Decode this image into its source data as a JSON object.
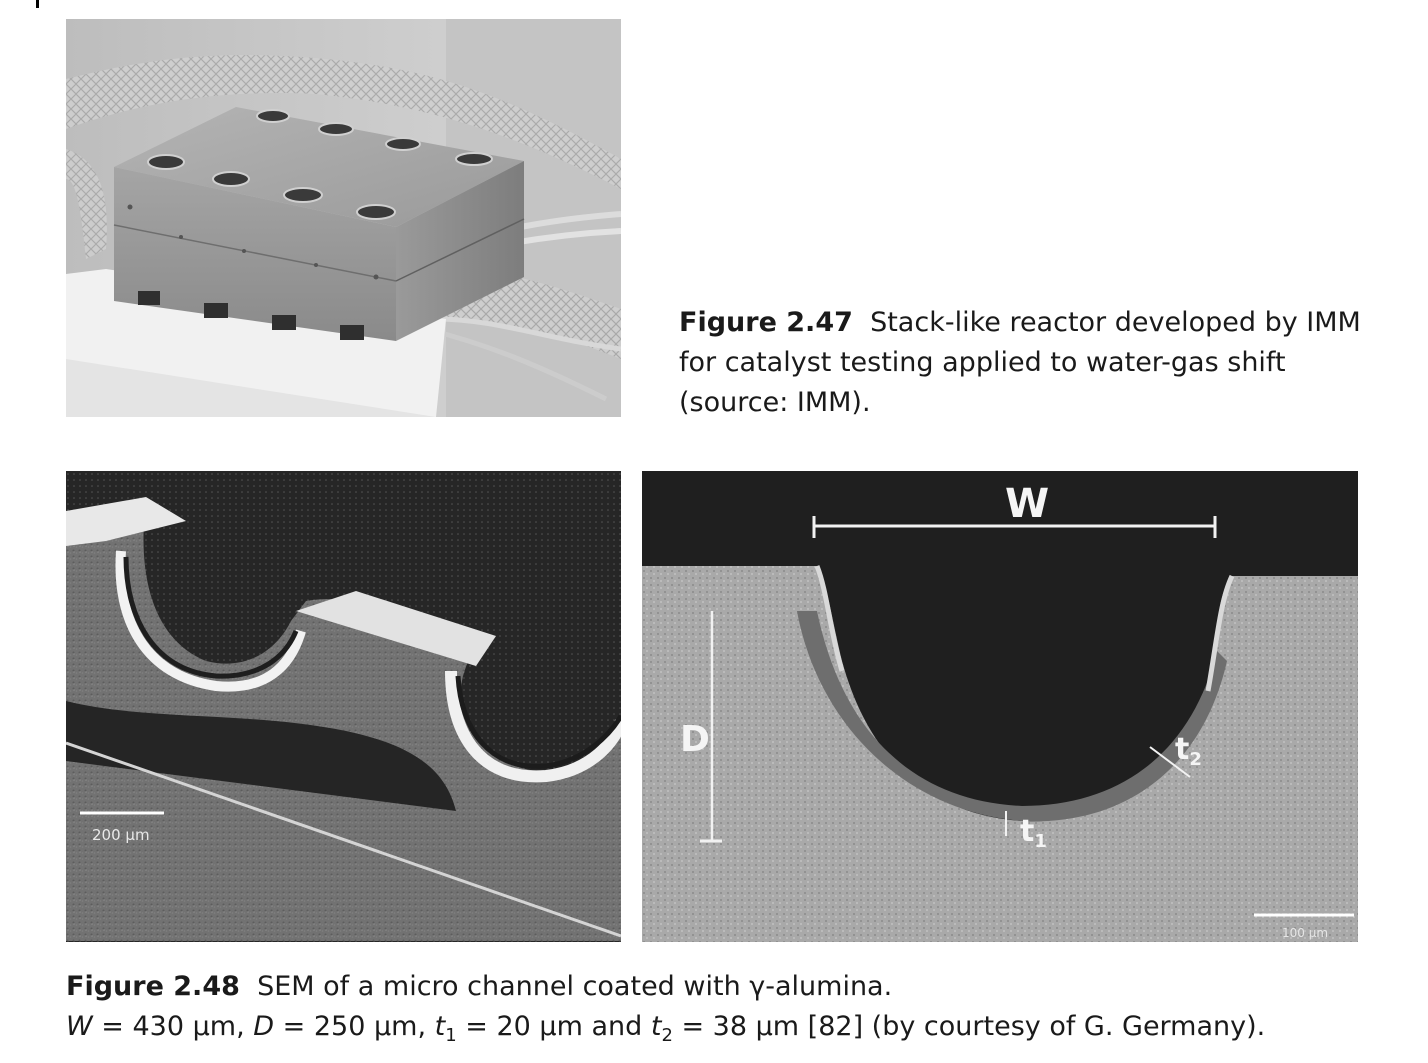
{
  "figure_47": {
    "label": "Figure 2.47",
    "caption_line_1": "Stack-like reactor developed by IMM",
    "caption_line_2": "for catalyst testing applied to water-gas shift",
    "caption_line_3": "(source: IMM)."
  },
  "figure_48": {
    "label": "Figure 2.48",
    "caption_line_1": "SEM of a micro channel coated with γ-alumina.",
    "caption_line_2": {
      "w_symbol": "W",
      "w_value": " = 430 μm, ",
      "d_symbol": "D",
      "d_value": " = 250 μm, ",
      "t1_symbol": "t",
      "t1_sub": "1",
      "t1_value": " = 20 μm and ",
      "t2_symbol": "t",
      "t2_sub": "2",
      "t2_value": " = 38 μm [82] (by courtesy of G. Germany)."
    },
    "left_scale_bar_label": "200 μm",
    "right_scale_bar_label": "100 μm",
    "annotation_w": "W",
    "annotation_d": "D",
    "annotation_t1": "t",
    "annotation_t1_sub": "1",
    "annotation_t2": "t",
    "annotation_t2_sub": "2"
  }
}
